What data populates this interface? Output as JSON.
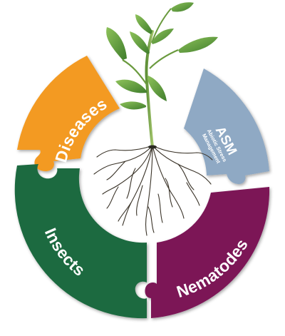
{
  "diagram": {
    "segments": [
      {
        "id": "diseases",
        "label": "Diseases",
        "color": "#f39a22"
      },
      {
        "id": "asm",
        "label": "ASM",
        "sublabel_line1": "Abiotic Stress",
        "sublabel_line2": "Management",
        "color": "#8fa9c4"
      },
      {
        "id": "nematodes",
        "label": "Nematodes",
        "color": "#7b1257"
      },
      {
        "id": "insects",
        "label": "Insects",
        "color": "#1d6a3f"
      }
    ],
    "center_image": "plant-with-roots"
  }
}
